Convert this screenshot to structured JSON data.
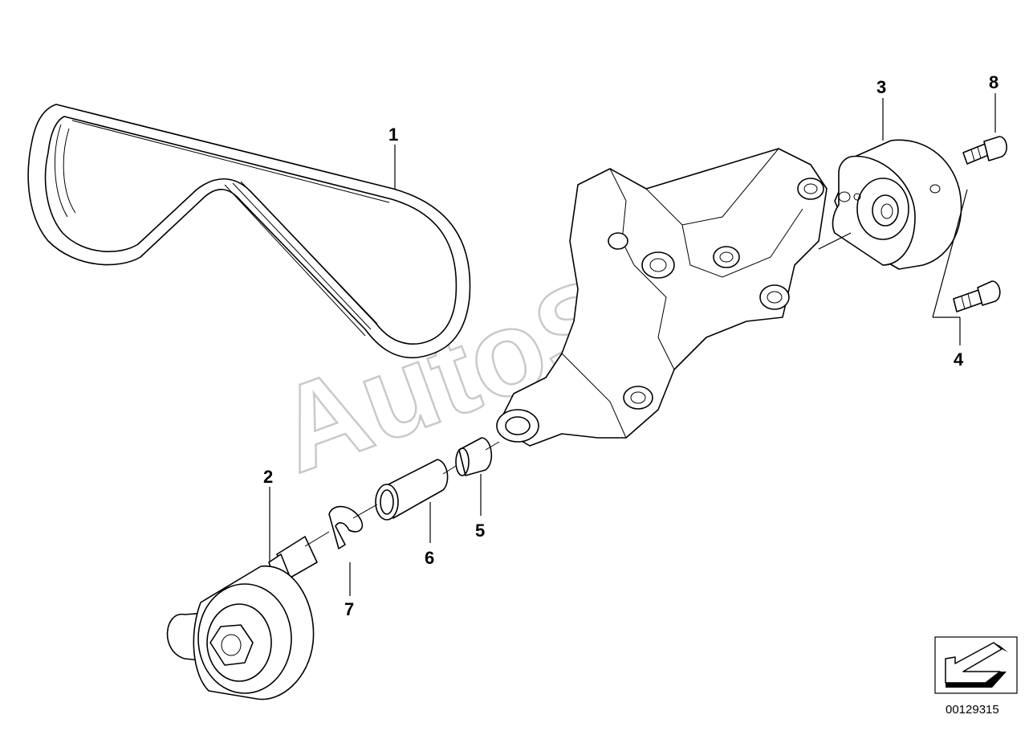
{
  "diagram": {
    "part_labels": [
      {
        "id": "1",
        "text": "1"
      },
      {
        "id": "2",
        "text": "2"
      },
      {
        "id": "3",
        "text": "3"
      },
      {
        "id": "4",
        "text": "4"
      },
      {
        "id": "5",
        "text": "5"
      },
      {
        "id": "6",
        "text": "6"
      },
      {
        "id": "7",
        "text": "7"
      },
      {
        "id": "8",
        "text": "8"
      }
    ],
    "watermark": "AutoSoft",
    "document_number": "00129315",
    "icons": {
      "belt": "drive-belt-icon",
      "idler": "idler-pulley-icon",
      "tensioner": "tensioner-pulley-icon",
      "bracket": "support-bracket-icon",
      "navigation": "direction-arrow-icon"
    }
  }
}
